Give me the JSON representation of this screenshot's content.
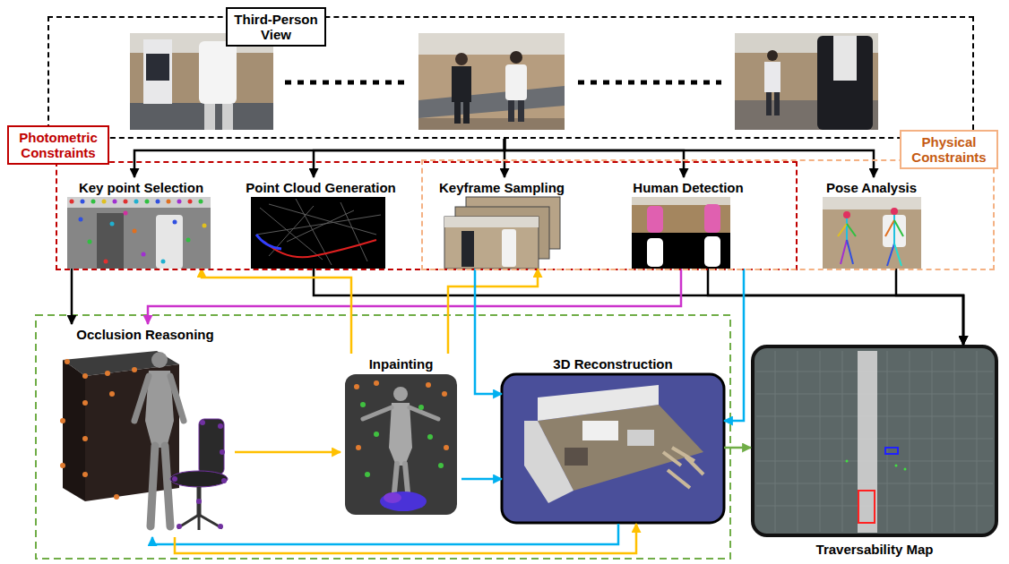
{
  "diagram": {
    "nodes": [
      {
        "text": [
          "Third-Person View"
        ]
      },
      {
        "text": [
          "Photometric Constraints"
        ]
      },
      {
        "text": [
          "Physical Constraints"
        ]
      },
      {
        "text": [
          "Key point Selection"
        ],
        "in": 1
      },
      {
        "text": [
          "Point Cloud Generation"
        ],
        "in": 1
      },
      {
        "text": [
          "Keyframe Sampling"
        ],
        "in": 1
      },
      {
        "text": [
          "Human Detection"
        ],
        "in": 1
      },
      {
        "text": [
          "Pose Analysis"
        ],
        "in": 2
      },
      {
        "text": [
          "Occlusion Reasoning"
        ]
      },
      {
        "text": [
          "Inpainting"
        ]
      },
      {
        "text": [
          "3D Reconstruction"
        ]
      },
      {
        "text": [
          "Traversability Map"
        ]
      }
    ],
    "edges": [
      {
        "from": 0,
        "to": 3,
        "arrow": "to"
      },
      {
        "from": 0,
        "to": 4,
        "arrow": "to"
      },
      {
        "from": 0,
        "to": 5,
        "arrow": "to"
      },
      {
        "from": 0,
        "to": 6,
        "arrow": "to"
      },
      {
        "from": 0,
        "to": 7,
        "arrow": "to"
      },
      {
        "from": 3,
        "to": 8,
        "arrow": "to"
      },
      {
        "from": 4,
        "to": 11,
        "arrow": "to"
      },
      {
        "from": 6,
        "to": 11,
        "arrow": "to"
      },
      {
        "from": 7,
        "to": 11,
        "arrow": "to"
      },
      {
        "from": 6,
        "to": 8,
        "arrow": "to"
      },
      {
        "from": 9,
        "to": 3,
        "arrow": "to"
      },
      {
        "from": 9,
        "to": 5,
        "arrow": "to"
      },
      {
        "from": 8,
        "to": 9,
        "arrow": "to"
      },
      {
        "from": 5,
        "to": 10,
        "arrow": "to"
      },
      {
        "from": 6,
        "to": 10,
        "arrow": "to"
      },
      {
        "from": 9,
        "to": 10,
        "arrow": "to"
      },
      {
        "from": 10,
        "to": 8,
        "arrow": "to"
      },
      {
        "from": 8,
        "to": 10,
        "arrow": "to"
      },
      {
        "from": 10,
        "to": 11,
        "arrow": "to"
      }
    ]
  }
}
